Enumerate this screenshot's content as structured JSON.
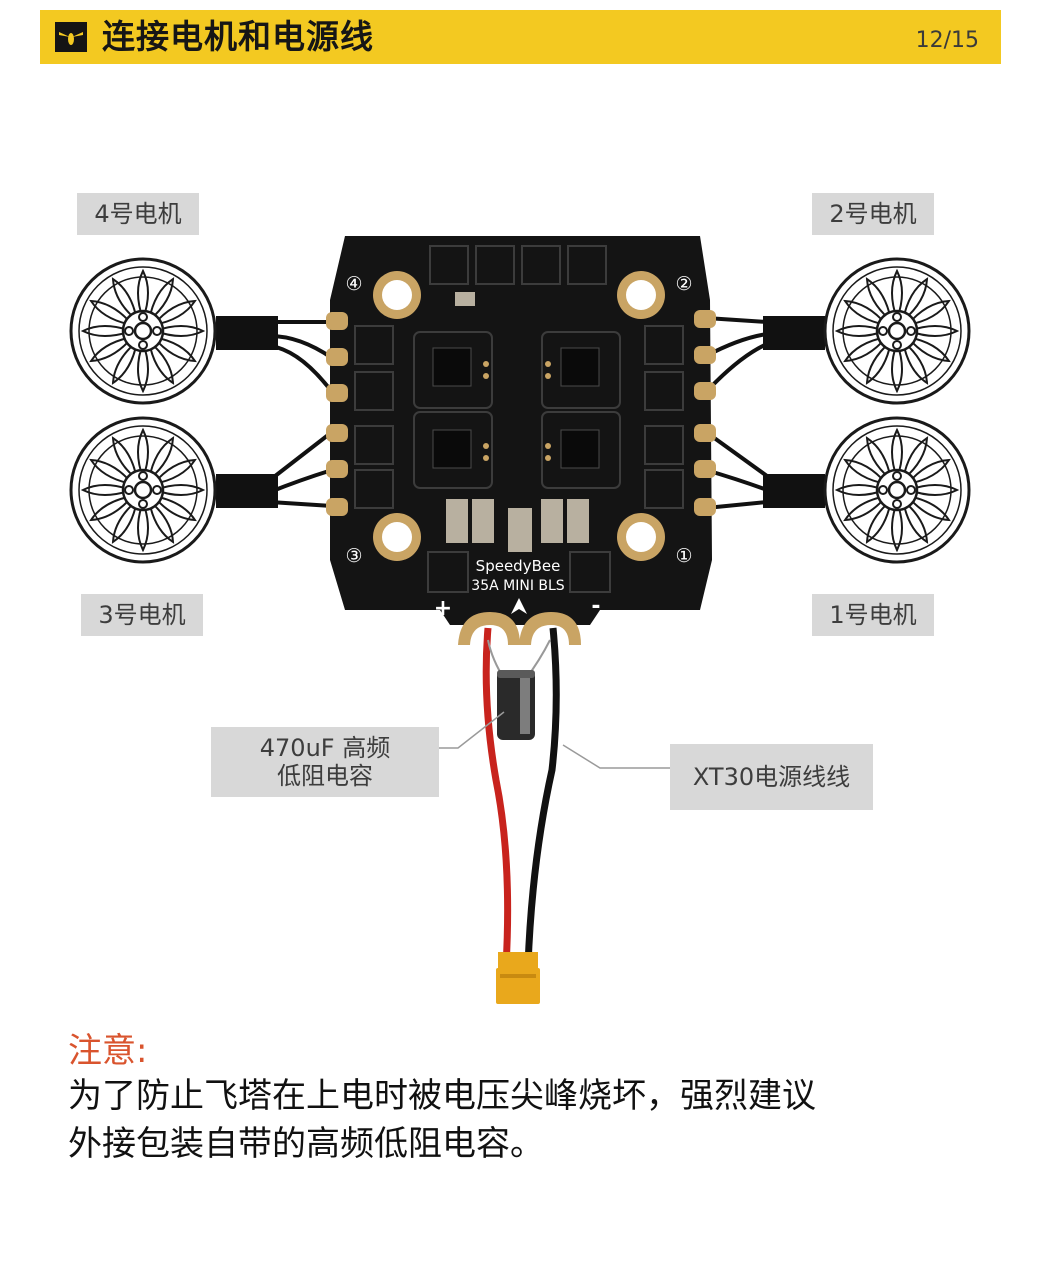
{
  "header": {
    "title": "连接电机和电源线",
    "page_indicator": "12/15",
    "bar_color": "#f3c921",
    "logo_icon": "bee-logo-icon"
  },
  "diagram": {
    "motor_labels": {
      "motor4": "4号电机",
      "motor2": "2号电机",
      "motor3": "3号电机",
      "motor1": "1号电机"
    },
    "board": {
      "brand": "SpeedyBee",
      "model": "35A MINI BLS",
      "corner_numbers": [
        "④",
        "②",
        "③",
        "①"
      ],
      "plus_sign": "+",
      "minus_sign": "-"
    },
    "capacitor_label": [
      "470uF 高频",
      "低阻电容"
    ],
    "power_cable_label": "XT30电源线线",
    "wire_colors": {
      "positive": "#c8231d",
      "negative": "#111111",
      "connector": "#e9a81c"
    }
  },
  "note": {
    "title": "注意:",
    "lines": [
      "为了防止飞塔在上电时被电压尖峰烧坏，强烈建议",
      "外接包装自带的高频低阻电容。"
    ],
    "title_color": "#d9542e"
  }
}
